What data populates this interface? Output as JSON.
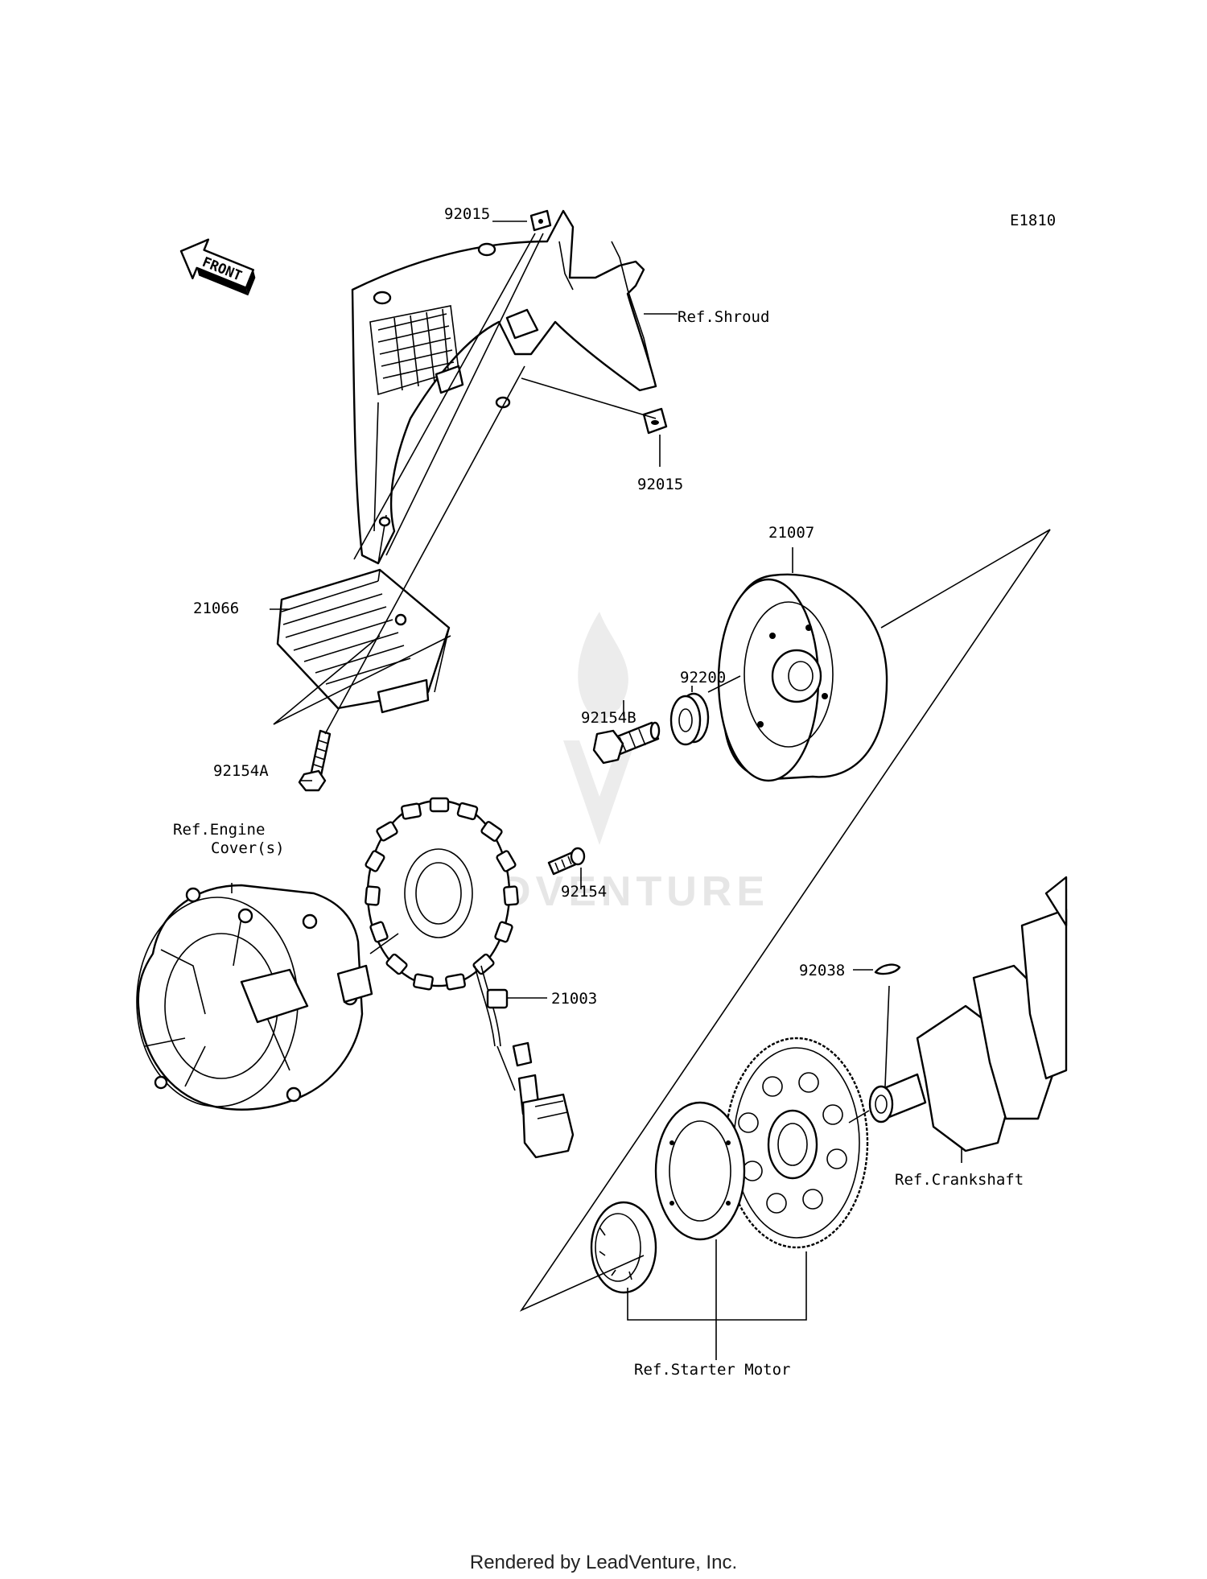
{
  "diagram_code": "E1810",
  "front_label": "FRONT",
  "watermark": "LEADVENTURE",
  "footer": "Rendered by LeadVenture, Inc.",
  "labels": {
    "p92015_top": "92015",
    "ref_shroud": "Ref.Shroud",
    "p92015_bottom": "92015",
    "p21007": "21007",
    "p21066": "21066",
    "p92200": "92200",
    "p92154B": "92154B",
    "p92154A": "92154A",
    "ref_engine_cover_1": "Ref.Engine",
    "ref_engine_cover_2": "Cover(s)",
    "p92154": "92154",
    "p21003": "21003",
    "p92038": "92038",
    "ref_crankshaft": "Ref.Crankshaft",
    "ref_starter_motor": "Ref.Starter Motor"
  }
}
